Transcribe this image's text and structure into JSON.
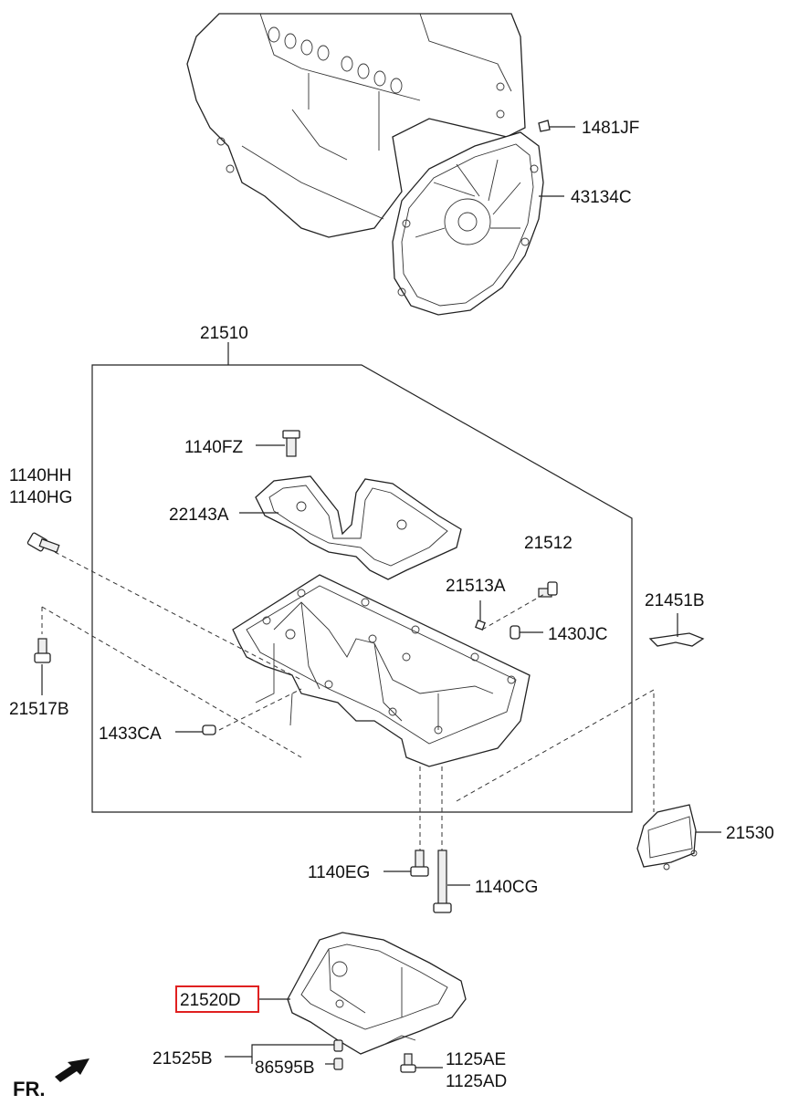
{
  "labels": {
    "p1481JF": "1481JF",
    "p43134C": "43134C",
    "p21510": "21510",
    "p1140FZ": "1140FZ",
    "p1140HH": "1140HH",
    "p1140HG": "1140HG",
    "p22143A": "22143A",
    "p21512": "21512",
    "p21513A": "21513A",
    "p21451B": "21451B",
    "p1430JC": "1430JC",
    "p21517B": "21517B",
    "p1433CA": "1433CA",
    "p21530": "21530",
    "p1140EG": "1140EG",
    "p1140CG": "1140CG",
    "p21520D": "21520D",
    "p21525B": "21525B",
    "p86595B": "86595B",
    "p1125AE": "1125AE",
    "p1125AD": "1125AD",
    "fr": "FR."
  },
  "highlight": {
    "part": "21520D",
    "color": "#e02020"
  }
}
